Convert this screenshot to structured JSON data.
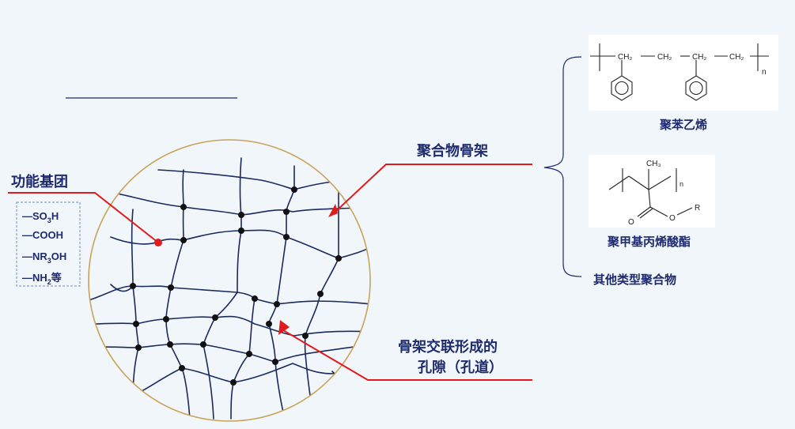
{
  "labels": {
    "functional_group": "功能基团",
    "polymer_skeleton": "聚合物骨架",
    "pores_line1": "骨架交联形成的",
    "pores_line2": "孔隙（孔道）",
    "polystyrene": "聚苯乙烯",
    "polymethacrylate": "聚甲基丙烯酸酯",
    "other_polymers": "其他类型聚合物"
  },
  "functional_groups": [
    {
      "pre": "—SO",
      "sub": "3",
      "post": "H"
    },
    {
      "pre": "—COOH",
      "sub": "",
      "post": ""
    },
    {
      "pre": "—NR",
      "sub": "3",
      "post": "OH"
    },
    {
      "pre": "—NH",
      "sub": "2",
      "post": "等"
    }
  ],
  "polystyrene_structure": {
    "ch2": "CH₂",
    "n": "n"
  },
  "pmma_structure": {
    "ch3": "CH₃",
    "o_carbonyl": "O",
    "o_ester": "O",
    "r": "R",
    "n": "n"
  },
  "colors": {
    "background": "#f1f6fb",
    "circle": "#c9a35a",
    "network": "#1b2a5e",
    "accent_red": "#e01b1b",
    "label": "#1e2a6e",
    "fg_box": "#6b8fc4"
  }
}
